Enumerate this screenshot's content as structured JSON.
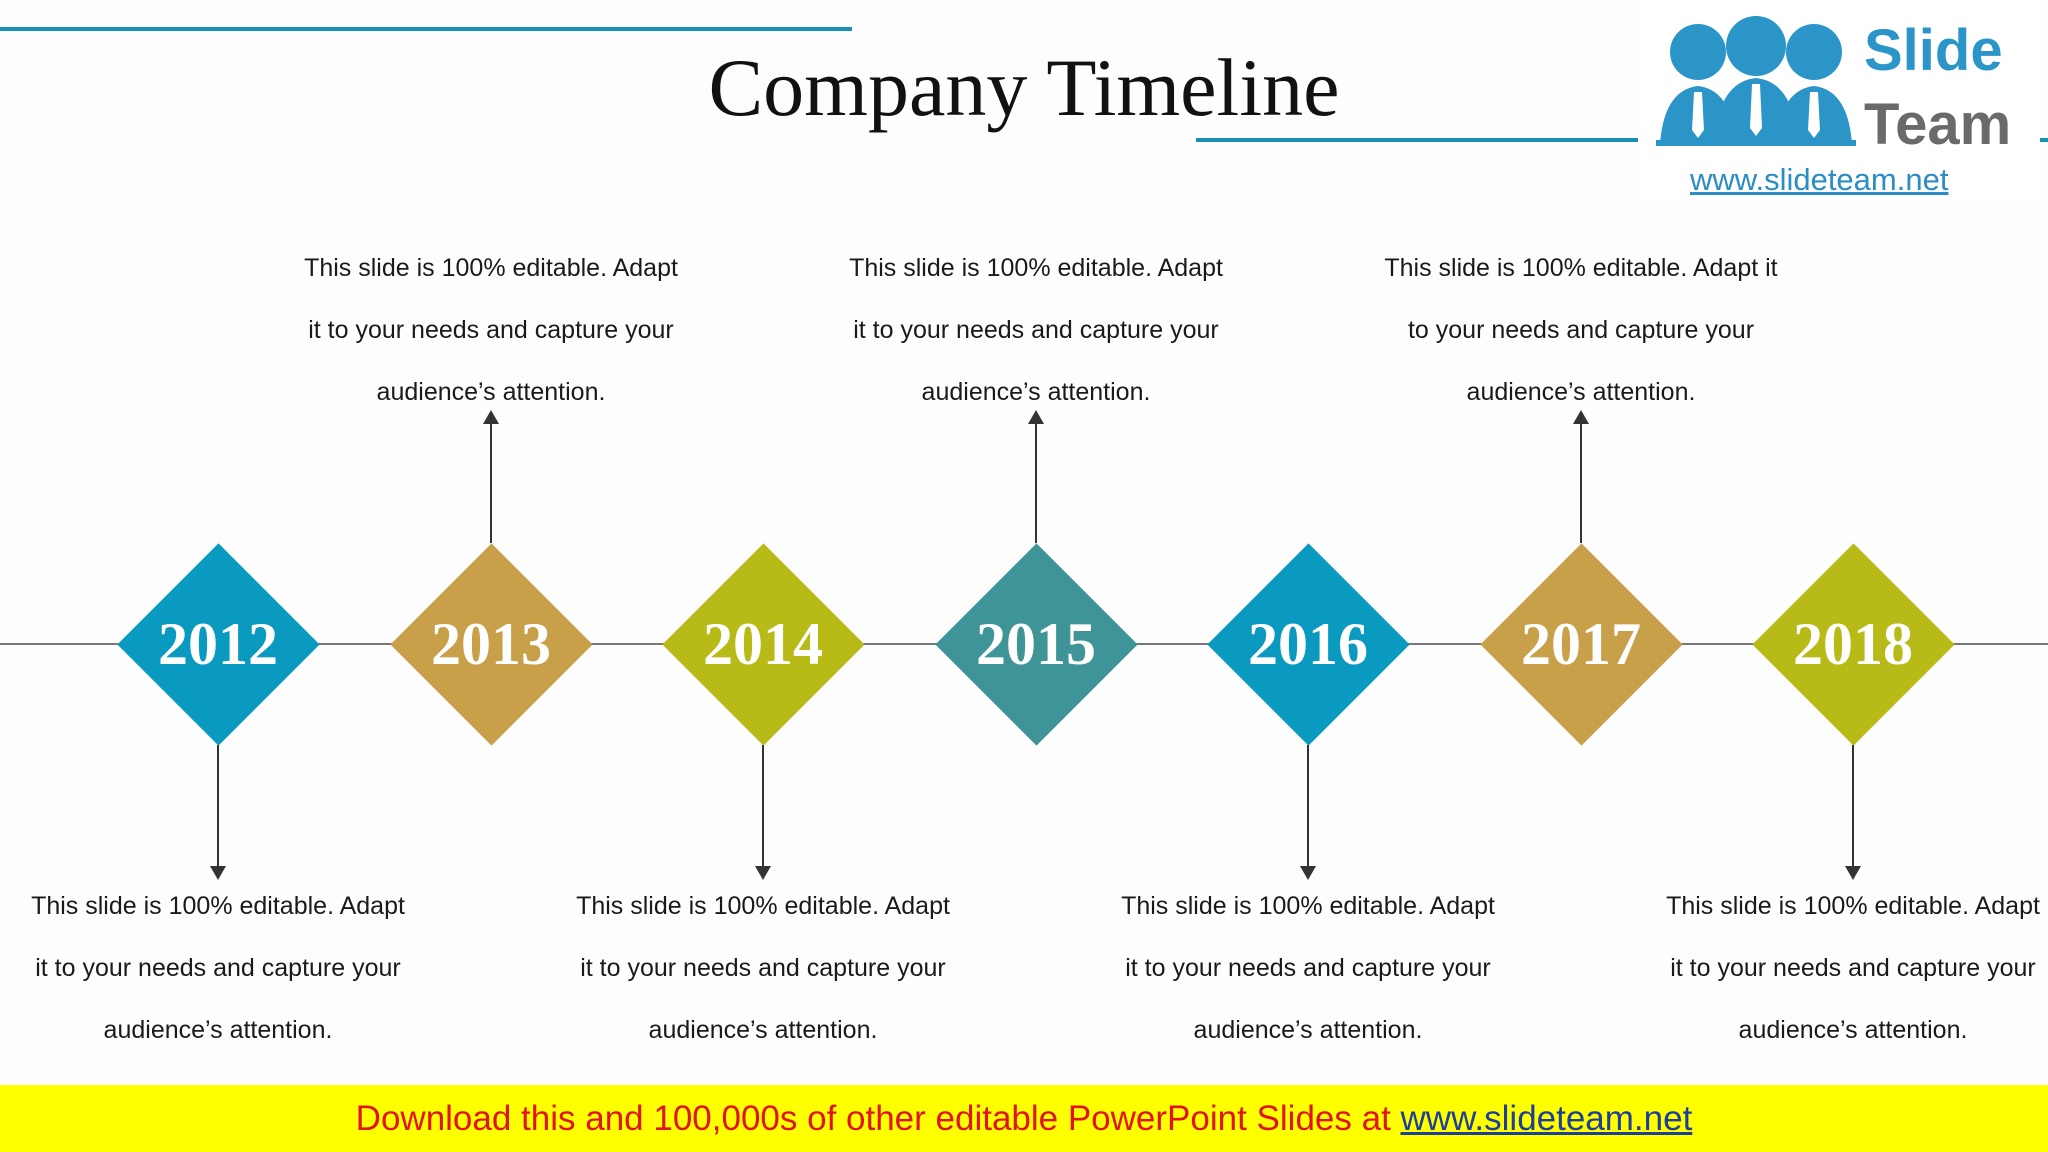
{
  "title": "Company Timeline",
  "logo": {
    "word1": "Slide",
    "word2": "Team",
    "url": "www.slideteam.net"
  },
  "colors": {
    "blue": "#0a9ac0",
    "gold": "#c9a04a",
    "olive": "#b8bb17",
    "teal": "#3e9496",
    "accent_line": "#1a8fb3"
  },
  "timeline": [
    {
      "year": "2012",
      "color": "#0a9ac0",
      "direction": "down",
      "text": [
        "This slide is 100% editable. Adapt",
        "it to your needs and capture your",
        "audience’s attention."
      ]
    },
    {
      "year": "2013",
      "color": "#c9a04a",
      "direction": "up",
      "text": [
        "This slide is 100% editable. Adapt",
        "it to your needs and capture your",
        "audience’s attention."
      ]
    },
    {
      "year": "2014",
      "color": "#b8bb17",
      "direction": "down",
      "text": [
        "This slide is 100% editable. Adapt",
        "it to your needs and capture your",
        "audience’s attention."
      ]
    },
    {
      "year": "2015",
      "color": "#3e9496",
      "direction": "up",
      "text": [
        "This slide is 100% editable. Adapt",
        "it to your needs and capture your",
        "audience’s attention."
      ]
    },
    {
      "year": "2016",
      "color": "#0a9ac0",
      "direction": "down",
      "text": [
        "This slide is 100% editable. Adapt",
        "it to your needs and capture your",
        "audience’s attention."
      ]
    },
    {
      "year": "2017",
      "color": "#c9a04a",
      "direction": "up",
      "text": [
        "This slide is 100% editable. Adapt it",
        "to your needs and capture your",
        "audience’s attention."
      ]
    },
    {
      "year": "2018",
      "color": "#b8bb17",
      "direction": "down",
      "text": [
        "This slide is 100% editable. Adapt",
        "it to your needs and capture your",
        "audience’s attention."
      ]
    }
  ],
  "banner": {
    "text": "Download this and 100,000s of other editable PowerPoint Slides at ",
    "link": "www.slideteam.net"
  }
}
